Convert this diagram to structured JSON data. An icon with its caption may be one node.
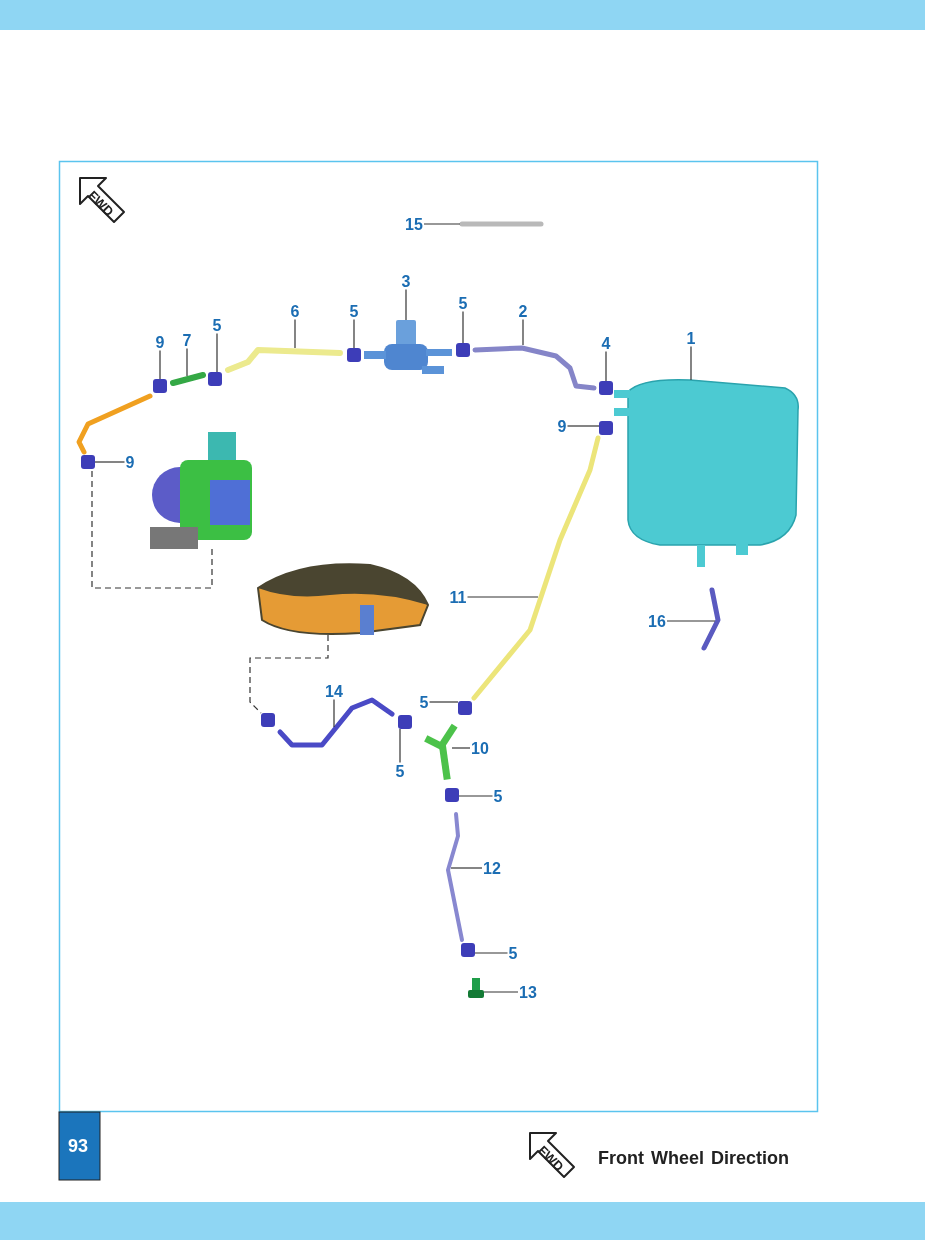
{
  "diagram": {
    "nodes": [
      {
        "text": [
          "15"
        ]
      },
      {
        "text": [
          "3"
        ]
      },
      {
        "text": [
          "6"
        ]
      },
      {
        "text": [
          "5"
        ]
      },
      {
        "text": [
          "5"
        ]
      },
      {
        "text": [
          "2"
        ]
      },
      {
        "text": [
          "5"
        ]
      },
      {
        "text": [
          "9"
        ]
      },
      {
        "text": [
          "7"
        ]
      },
      {
        "text": [
          "4"
        ]
      },
      {
        "text": [
          "1"
        ]
      },
      {
        "text": [
          "9"
        ]
      },
      {
        "text": [
          "9"
        ]
      },
      {
        "text": [
          "11"
        ]
      },
      {
        "text": [
          "16"
        ]
      },
      {
        "text": [
          "14"
        ]
      },
      {
        "text": [
          "5"
        ]
      },
      {
        "text": [
          "10"
        ]
      },
      {
        "text": [
          "5"
        ]
      },
      {
        "text": [
          "5"
        ]
      },
      {
        "text": [
          "12"
        ]
      },
      {
        "text": [
          "5"
        ]
      },
      {
        "text": [
          "13"
        ]
      },
      {
        "text": [],
        "shape": "picture"
      },
      {
        "text": [],
        "shape": "picture"
      },
      {
        "text": [],
        "shape": "picture"
      },
      {
        "text": [],
        "shape": "box"
      },
      {
        "text": [],
        "shape": "box"
      },
      {
        "text": [],
        "shape": "picture"
      },
      {
        "text": [],
        "shape": "box"
      },
      {
        "text": [],
        "shape": "box"
      },
      {
        "text": [],
        "shape": "picture"
      },
      {
        "text": [],
        "shape": "box"
      },
      {
        "text": [],
        "shape": "cylinder"
      },
      {
        "text": [],
        "shape": "box"
      },
      {
        "text": [],
        "shape": "picture"
      },
      {
        "text": [],
        "shape": "box"
      },
      {
        "text": [],
        "shape": "picture"
      },
      {
        "text": [],
        "shape": "picture"
      },
      {
        "text": [],
        "shape": "picture"
      },
      {
        "text": [],
        "shape": "picture"
      },
      {
        "text": [],
        "shape": "picture"
      },
      {
        "text": [],
        "shape": "box"
      },
      {
        "text": [],
        "shape": "box"
      },
      {
        "text": [],
        "shape": "picture"
      },
      {
        "text": [],
        "shape": "box"
      },
      {
        "text": [],
        "shape": "box"
      },
      {
        "text": [],
        "shape": "picture"
      },
      {
        "text": [],
        "shape": "box"
      },
      {
        "text": [],
        "shape": "picture"
      }
    ],
    "edges": [
      {
        "from": 0,
        "to": 23,
        "arrow": "none"
      },
      {
        "from": 1,
        "to": 24,
        "arrow": "none"
      },
      {
        "from": 2,
        "to": 25,
        "arrow": "none"
      },
      {
        "from": 3,
        "to": 26,
        "arrow": "none"
      },
      {
        "from": 4,
        "to": 27,
        "arrow": "none"
      },
      {
        "from": 5,
        "to": 28,
        "arrow": "none"
      },
      {
        "from": 6,
        "to": 29,
        "arrow": "none"
      },
      {
        "from": 7,
        "to": 30,
        "arrow": "none"
      },
      {
        "from": 8,
        "to": 31,
        "arrow": "none"
      },
      {
        "from": 9,
        "to": 32,
        "arrow": "none"
      },
      {
        "from": 10,
        "to": 33,
        "arrow": "none"
      },
      {
        "from": 11,
        "to": 34,
        "arrow": "none"
      },
      {
        "from": 12,
        "to": 36,
        "arrow": "none"
      },
      {
        "from": 13,
        "to": 38,
        "arrow": "none"
      },
      {
        "from": 14,
        "to": 40,
        "arrow": "none"
      },
      {
        "from": 15,
        "to": 41,
        "arrow": "none"
      },
      {
        "from": 16,
        "to": 43,
        "arrow": "none"
      },
      {
        "from": 17,
        "to": 44,
        "arrow": "none"
      },
      {
        "from": 18,
        "to": 45,
        "arrow": "none"
      },
      {
        "from": 19,
        "to": 46,
        "arrow": "none"
      },
      {
        "from": 20,
        "to": 47,
        "arrow": "none"
      },
      {
        "from": 21,
        "to": 48,
        "arrow": "none"
      },
      {
        "from": 22,
        "to": 49,
        "arrow": "none"
      },
      {
        "from": 37,
        "to": 36,
        "arrow": "none",
        "style": "dashed"
      },
      {
        "from": 39,
        "to": 42,
        "arrow": "none",
        "style": "dashed"
      }
    ],
    "labels": [
      "FWD",
      "93",
      "FWD",
      "Front Wheel Direction"
    ]
  }
}
